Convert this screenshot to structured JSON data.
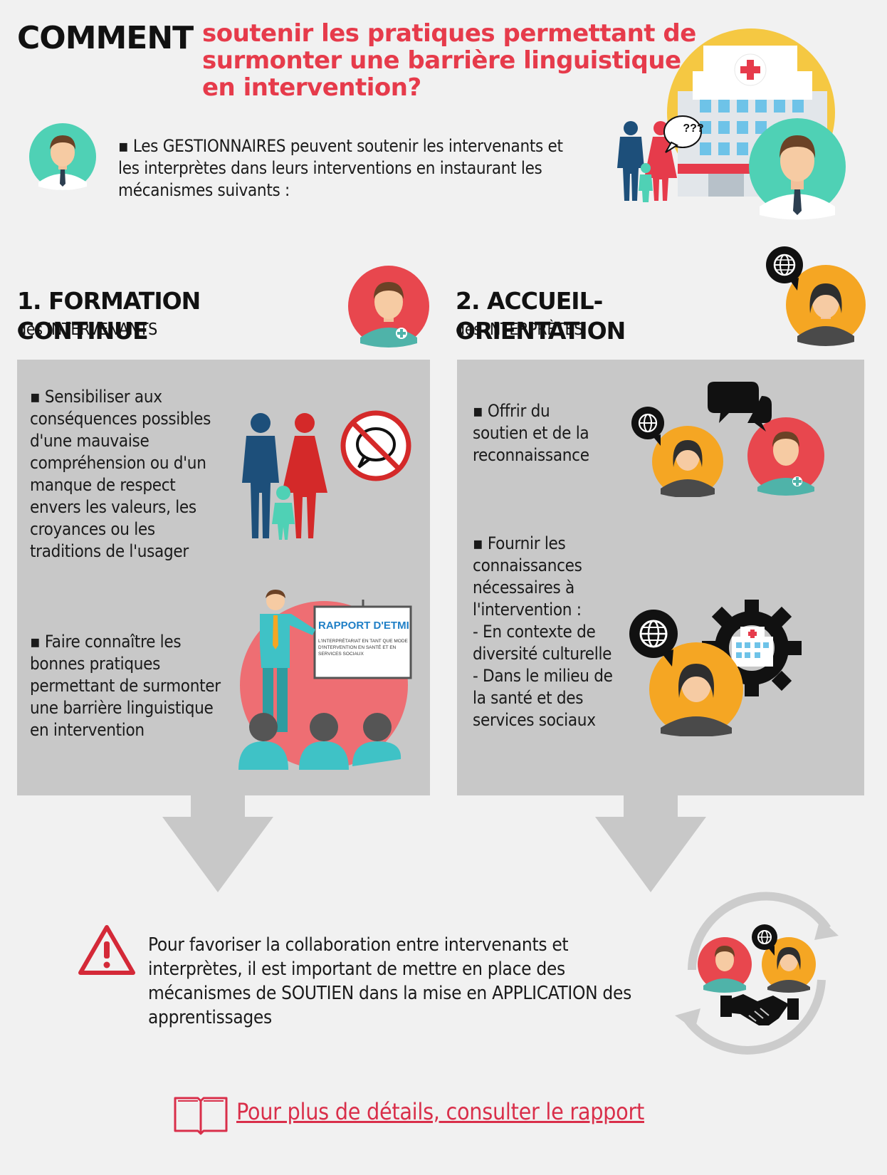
{
  "header": {
    "comment": "COMMENT",
    "title": "soutenir les pratiques permettant de surmonter une barrière linguistique en intervention?"
  },
  "intro": {
    "text": "▪ Les GESTIONNAIRES peuvent soutenir les intervenants et les interprètes dans leurs interventions en instaurant les mécanismes suivants :"
  },
  "section1": {
    "title": "1. FORMATION CONTINUE",
    "subtitle": "des INTERVENANTS",
    "bullet1": "▪ Sensibiliser aux conséquences possibles d'une mauvaise compréhension ou d'un manque de respect envers les valeurs, les croyances ou les traditions de l'usager",
    "bullet2": "▪ Faire connaître les bonnes pratiques permettant de surmonter une barrière linguistique en intervention",
    "board_title": "RAPPORT D'ETMI",
    "board_text": "L'INTERPRÉTARIAT EN TANT QUE MODE D'INTERVENTION EN SANTÉ ET EN SERVICES SOCIAUX"
  },
  "section2": {
    "title": "2. ACCUEIL-ORIENTATION",
    "subtitle": "des INTERPRÈTES",
    "bullet1": "▪ Offrir du soutien et de la reconnaissance",
    "bullet2": "▪ Fournir les connaissances nécessaires à l'intervention :\n- En contexte de diversité culturelle\n- Dans le milieu de la santé et des services sociaux"
  },
  "bubble_text": "???",
  "warning": {
    "text": "Pour favoriser la collaboration entre intervenants et interprètes, il est important de mettre en place des mécanismes de SOUTIEN dans la mise en APPLICATION des apprentissages"
  },
  "footer": {
    "link": "Pour plus de détails, consulter le rapport"
  },
  "colors": {
    "accent_red": "#e63b4b",
    "teal": "#4fd1b5",
    "navy": "#1d4f7a",
    "orange": "#f5a623",
    "panel_gray": "#c8c8c8"
  }
}
